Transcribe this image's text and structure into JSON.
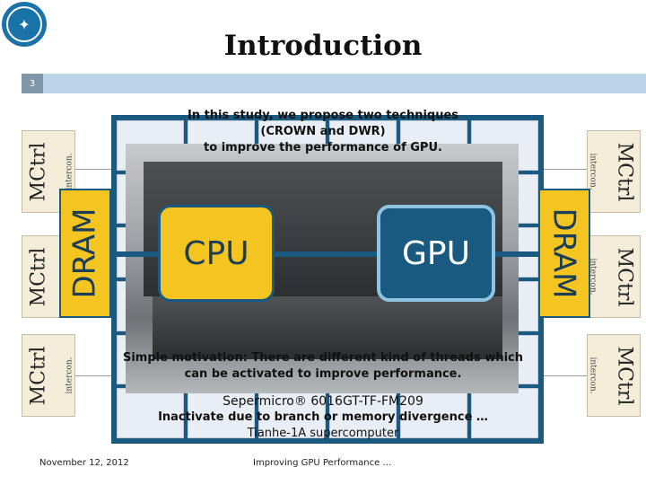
{
  "header": {
    "title": "Introduction",
    "slide_number": "3"
  },
  "diagram": {
    "mctrl_label": "MCtrl",
    "interconnect_label": "intercon.",
    "dram_label": "DRAM",
    "cpu_label": "CPU",
    "gpu_label": "GPU"
  },
  "text": {
    "top_line1": "In this study, we propose two techniques",
    "top_line2": "(CROWN and DWR)",
    "top_line3": "to improve the performance of GPU.",
    "motivation_line1": "Simple motivation: There are different kind of threads which",
    "motivation_line2": "can be activated to improve performance.",
    "server_caption": "Sepermicro® 6016GT-TF-FM209",
    "inactivate_line": "Inactivate due to branch or memory divergence …",
    "supercomputer_caption": "Tianhe-1A supercomputer"
  },
  "footer": {
    "date": "November 12, 2012",
    "talk_title": "Improving GPU Performance …"
  },
  "colors": {
    "accent_blue": "#1a5a80",
    "dram_yellow": "#f4c521",
    "header_bar": "#bcd4ea"
  }
}
